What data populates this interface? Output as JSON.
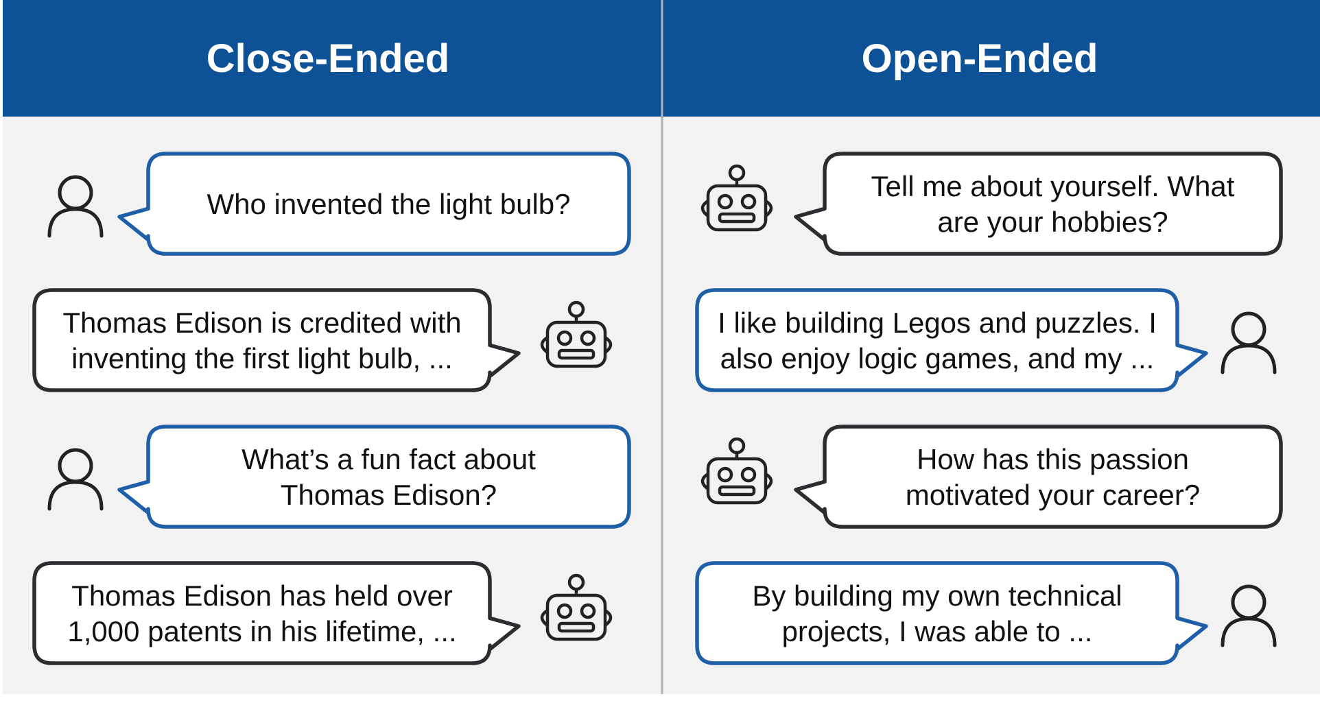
{
  "colors": {
    "header_bg": "#0d5196",
    "panel_bg": "#f2f2f2",
    "divider": "#a9b3bc",
    "human_bubble_border": "#1f5fa8",
    "bot_bubble_border": "#2b2d31",
    "bubble_fill": "#ffffff",
    "icon": "#222222"
  },
  "panels": [
    {
      "title": "Close-Ended",
      "messages": [
        {
          "speaker": "human",
          "icon": "person-icon",
          "lines": [
            "Who invented the light bulb?"
          ]
        },
        {
          "speaker": "bot",
          "icon": "robot-icon",
          "lines": [
            "Thomas Edison is credited with",
            "inventing the first light bulb, ..."
          ]
        },
        {
          "speaker": "human",
          "icon": "person-icon",
          "lines": [
            "What’s a fun fact about",
            "Thomas Edison?"
          ]
        },
        {
          "speaker": "bot",
          "icon": "robot-icon",
          "lines": [
            "Thomas Edison has held over",
            "1,000 patents in his lifetime, ..."
          ]
        }
      ]
    },
    {
      "title": "Open-Ended",
      "messages": [
        {
          "speaker": "bot",
          "icon": "robot-icon",
          "lines": [
            "Tell me about yourself. What",
            "are your hobbies?"
          ]
        },
        {
          "speaker": "human",
          "icon": "person-icon",
          "lines": [
            "I like building Legos and puzzles. I",
            "also enjoy logic games, and my ..."
          ]
        },
        {
          "speaker": "bot",
          "icon": "robot-icon",
          "lines": [
            "How has this passion",
            "motivated your career?"
          ]
        },
        {
          "speaker": "human",
          "icon": "person-icon",
          "lines": [
            "By building my own technical",
            "projects, I was able to ..."
          ]
        }
      ]
    }
  ]
}
